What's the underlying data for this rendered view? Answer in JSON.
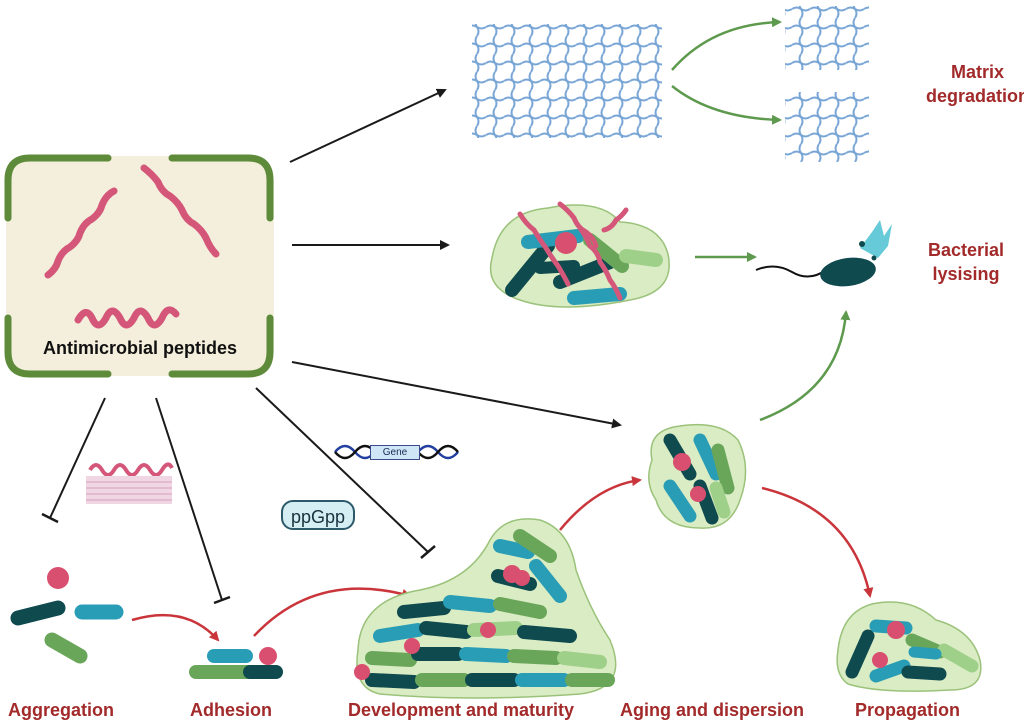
{
  "center": {
    "title": "Antimicrobial peptides"
  },
  "labels": {
    "matrix_line1": "Matrix",
    "matrix_line2": "degradation",
    "lysis_line1": "Bacterial",
    "lysis_line2": "lysising",
    "aggregation": "Aggregation",
    "adhesion": "Adhesion",
    "development": "Development and maturity",
    "aging": "Aging and dispersion",
    "propagation": "Propagation"
  },
  "tags": {
    "ppgpp": "ppGpp",
    "gene": "Gene"
  },
  "colors": {
    "label_red": "#a32a2a",
    "peptide_pink": "#d4577a",
    "frame_green": "#5e8b3a",
    "frame_fill": "#f3efdc",
    "arrow_black": "#1a1a1a",
    "arrow_green": "#5e9a4e",
    "arrow_red": "#c9353a",
    "mesh_blue": "#7aa6d6",
    "matrix_green": "#d9ecc3",
    "teal": "#2a9db6",
    "dark_teal": "#0f4a4f",
    "green_rod": "#6aa65a",
    "pink_ball": "#d94f6f"
  }
}
